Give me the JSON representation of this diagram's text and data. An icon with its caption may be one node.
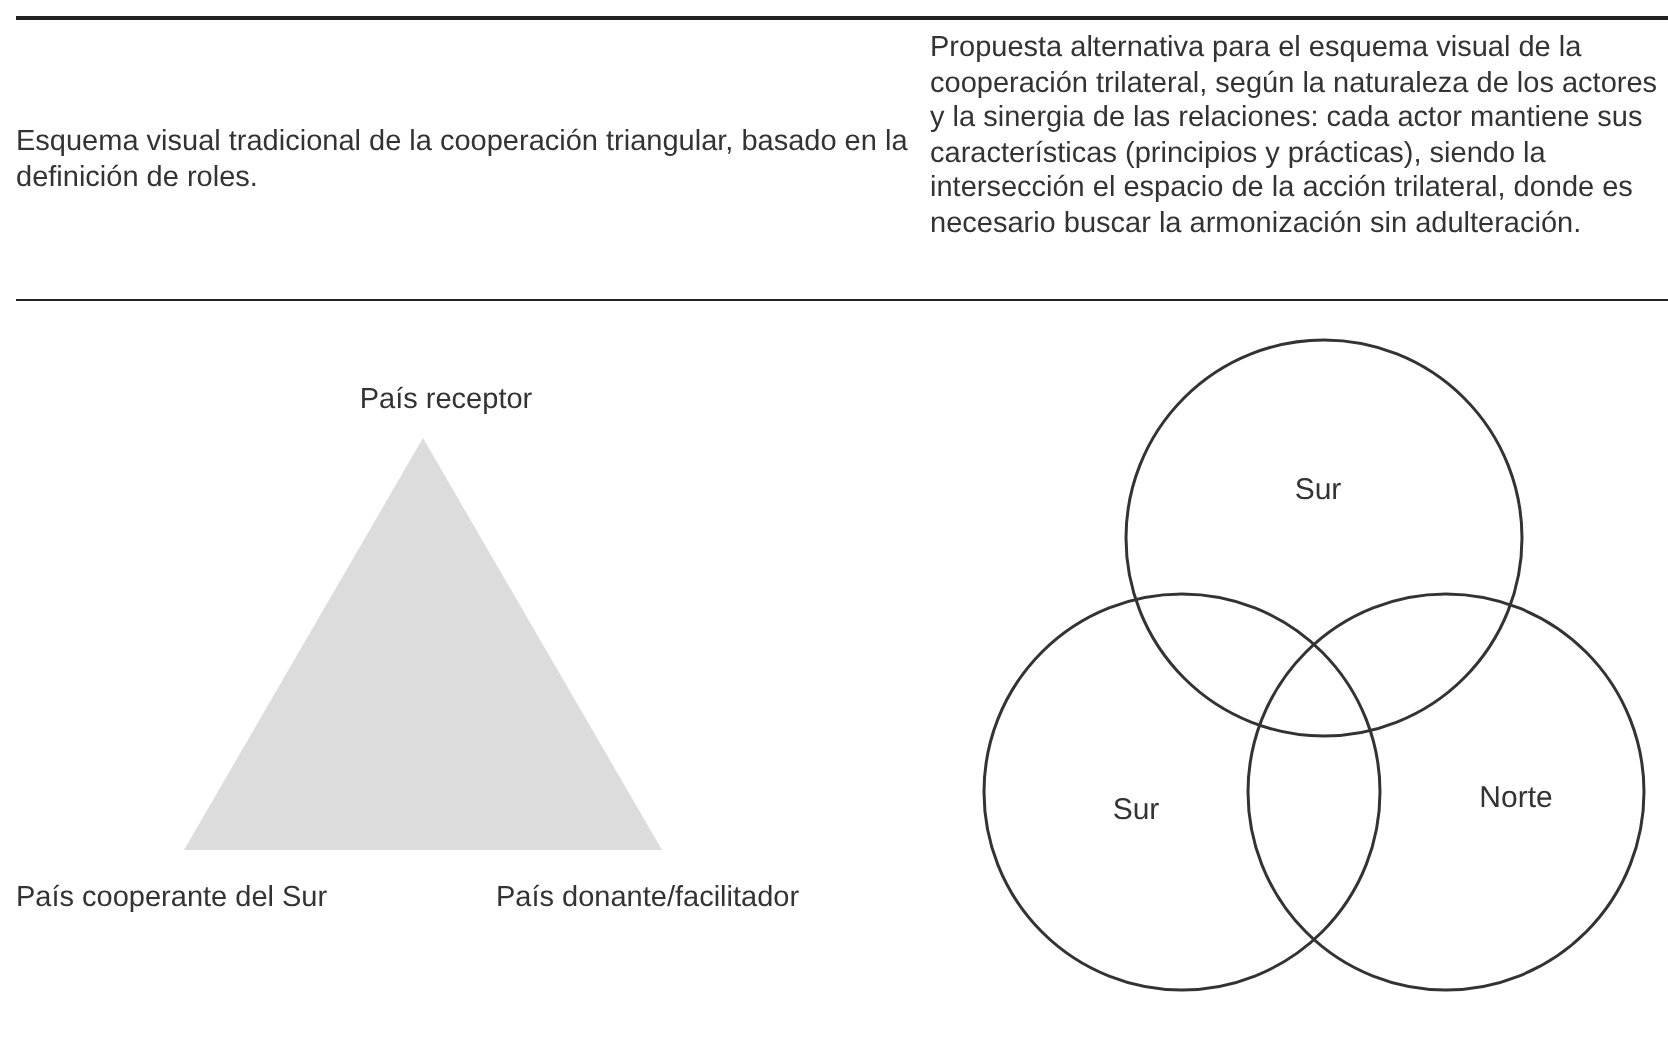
{
  "diagram": {
    "nodes": [
      {
        "text": [],
        "shape": "triangle"
      },
      {
        "text": [
          "Sur"
        ]
      },
      {
        "text": [
          "Sur"
        ]
      },
      {
        "text": [
          "Norte"
        ]
      }
    ],
    "labels": [
      "Esquema visual tradicional de la cooperación triangular, basado en la definición de roles.",
      "Propuesta alternativa para el esquema visual de la cooperación trilateral, según la naturaleza de los actores y la sinergia de las relaciones: cada actor mantiene sus características (principios y prácticas), siendo la intersección el espacio de la acción trilateral, donde es necesario buscar la armonización sin adulteración.",
      "País receptor",
      "País cooperante del Sur",
      "País donante/facilitador"
    ]
  }
}
